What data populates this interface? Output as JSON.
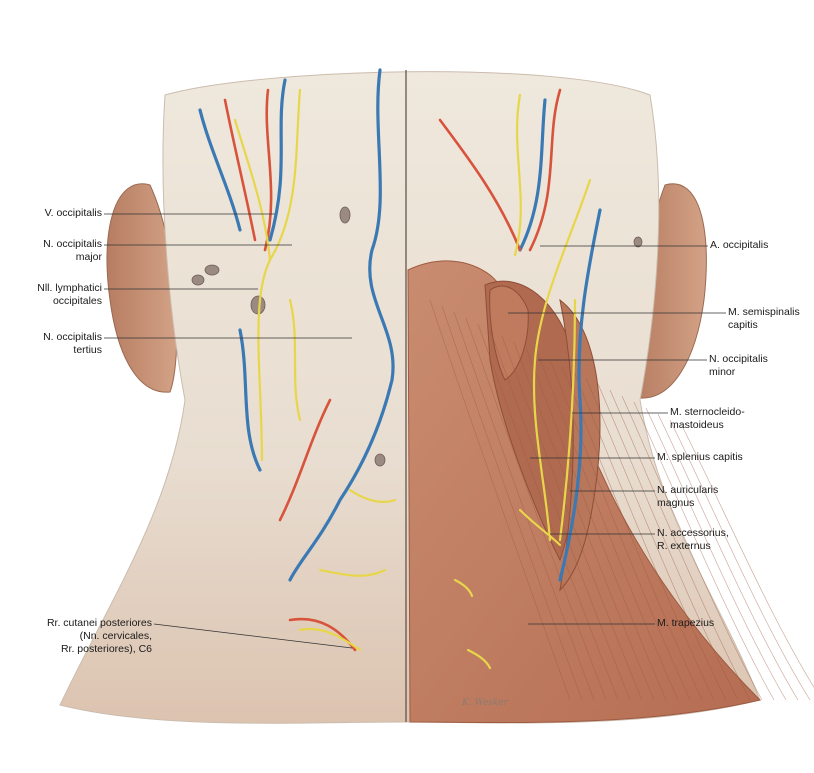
{
  "labels_left": [
    {
      "id": "v-occipitalis",
      "lines": [
        "V. occipitalis"
      ]
    },
    {
      "id": "n-occipitalis-major",
      "lines": [
        "N. occipitalis",
        "major"
      ]
    },
    {
      "id": "nll-lymphatici",
      "lines": [
        "Nll. lymphatici",
        "occipitales"
      ]
    },
    {
      "id": "n-occipitalis-tertius",
      "lines": [
        "N. occipitalis",
        "tertius"
      ]
    },
    {
      "id": "rr-cutanei",
      "lines": [
        "Rr. cutanei posteriores",
        "(Nn. cervicales,",
        "Rr. posteriores), C6"
      ]
    }
  ],
  "labels_right": [
    {
      "id": "a-occipitalis",
      "lines": [
        "A. occipitalis"
      ]
    },
    {
      "id": "m-semispinalis",
      "lines": [
        "M. semispinalis",
        "capitis"
      ]
    },
    {
      "id": "n-occipitalis-minor",
      "lines": [
        "N. occipitalis",
        "minor"
      ]
    },
    {
      "id": "m-sternocleido",
      "lines": [
        "M. sternocleido-",
        "mastoideus"
      ]
    },
    {
      "id": "m-splenius",
      "lines": [
        "M. splenius capitis"
      ]
    },
    {
      "id": "n-auricularis",
      "lines": [
        "N. auricularis",
        "magnus"
      ]
    },
    {
      "id": "n-accessorius",
      "lines": [
        "N. accessorius,",
        "R. externus"
      ]
    },
    {
      "id": "m-trapezius",
      "lines": [
        "M. trapezius"
      ]
    }
  ],
  "signature": "K. Wesker",
  "colors": {
    "skin_subcutis": "#ece4d8",
    "muscle": "#c4856a",
    "muscle_dark": "#a96148",
    "vein": "#3b79b4",
    "artery": "#d8533c",
    "nerve": "#e8d64a",
    "ear": "#c48f72",
    "leader": "#333333"
  }
}
